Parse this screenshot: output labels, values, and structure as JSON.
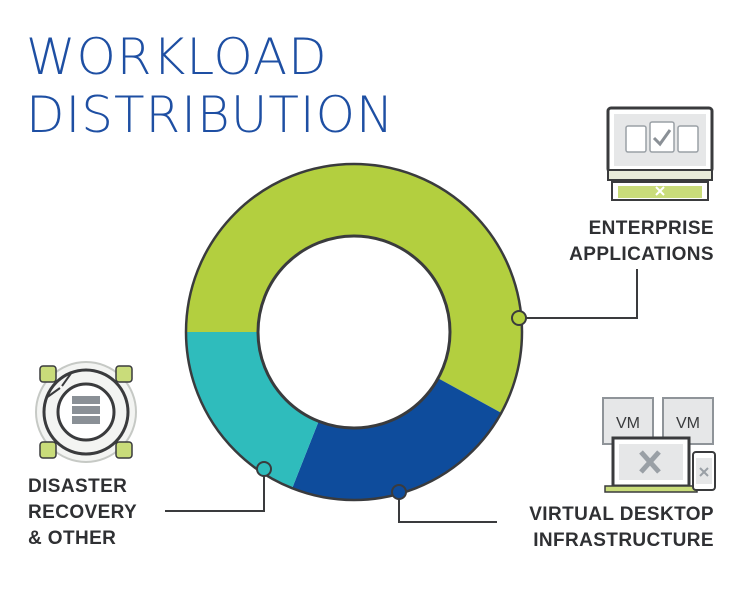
{
  "title": {
    "line1": "WORKLOAD",
    "line2": "DISTRIBUTION"
  },
  "colors": {
    "title": "#1e4fa3",
    "enterprise": "#b3cf3f",
    "vdi": "#0e4c9c",
    "disaster": "#2fbcbc",
    "outline": "#3a3b3d",
    "label": "#2f3033"
  },
  "chart_data": {
    "type": "pie",
    "title": "WORKLOAD DISTRIBUTION",
    "slices": [
      {
        "label": "ENTERPRISE APPLICATIONS",
        "value": 58,
        "color": "#b3cf3f"
      },
      {
        "label": "VIRTUAL DESKTOP INFRASTRUCTURE",
        "value": 23,
        "color": "#0e4c9c"
      },
      {
        "label": "DISASTER RECOVERY & OTHER",
        "value": 19,
        "color": "#2fbcbc"
      }
    ]
  },
  "labels": {
    "enterprise": {
      "line1": "ENTERPRISE",
      "line2": "APPLICATIONS"
    },
    "vdi": {
      "line1": "VIRTUAL DESKTOP",
      "line2": "INFRASTRUCTURE"
    },
    "disaster": {
      "line1": "DISASTER",
      "line2": "RECOVERY",
      "line3": "& OTHER"
    }
  },
  "icons": {
    "enterprise": "desktop-monitor-icon",
    "vdi": "virtual-machines-icon",
    "vm_label": "VM",
    "disaster": "life-ring-icon"
  }
}
